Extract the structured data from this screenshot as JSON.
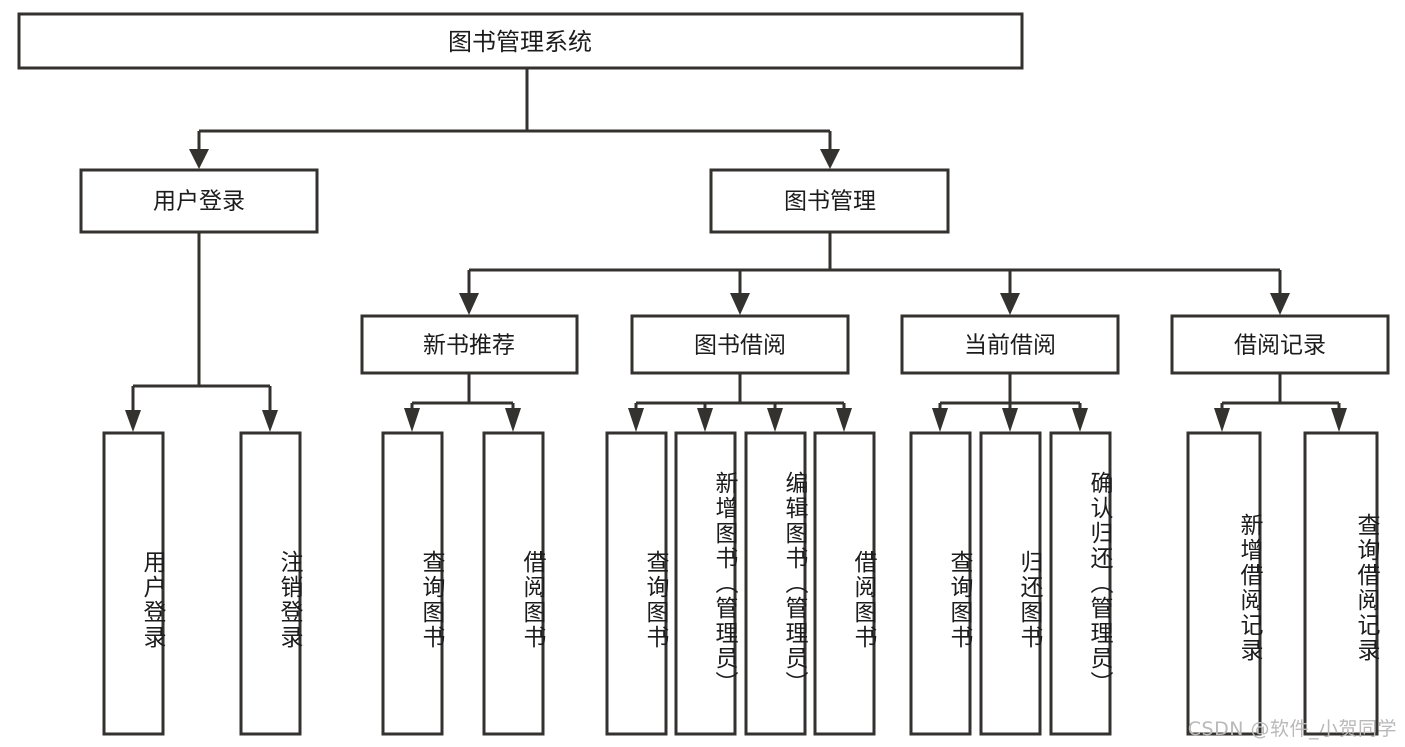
{
  "diagram": {
    "type": "tree",
    "title": "图书管理系统",
    "orientation": "top-down",
    "colors": {
      "box_stroke": "#33322f",
      "box_fill": "#ffffff",
      "text": "#1c1c1c",
      "background": "#ffffff",
      "watermark": "#b9b9b9"
    },
    "root": {
      "label": "图书管理系统"
    },
    "level2": [
      {
        "label": "用户登录"
      },
      {
        "label": "图书管理"
      }
    ],
    "level3": [
      {
        "label": "新书推荐"
      },
      {
        "label": "图书借阅"
      },
      {
        "label": "当前借阅"
      },
      {
        "label": "借阅记录"
      }
    ],
    "leaves": {
      "user_login": [
        {
          "label": "用户登录"
        },
        {
          "label": "注销登录"
        }
      ],
      "new_book_recommend": [
        {
          "label": "查询图书"
        },
        {
          "label": "借阅图书"
        }
      ],
      "book_borrow": [
        {
          "label": "查询图书"
        },
        {
          "label": "新增图书（管理员）"
        },
        {
          "label": "编辑图书（管理员）"
        },
        {
          "label": "借阅图书"
        }
      ],
      "current_borrow": [
        {
          "label": "查询图书"
        },
        {
          "label": "归还图书"
        },
        {
          "label": "确认归还（管理员）"
        }
      ],
      "borrow_record": [
        {
          "label": "新增借阅记录"
        },
        {
          "label": "查询借阅记录"
        }
      ]
    }
  },
  "watermark": {
    "text": "CSDN @软件_小贺同学"
  }
}
